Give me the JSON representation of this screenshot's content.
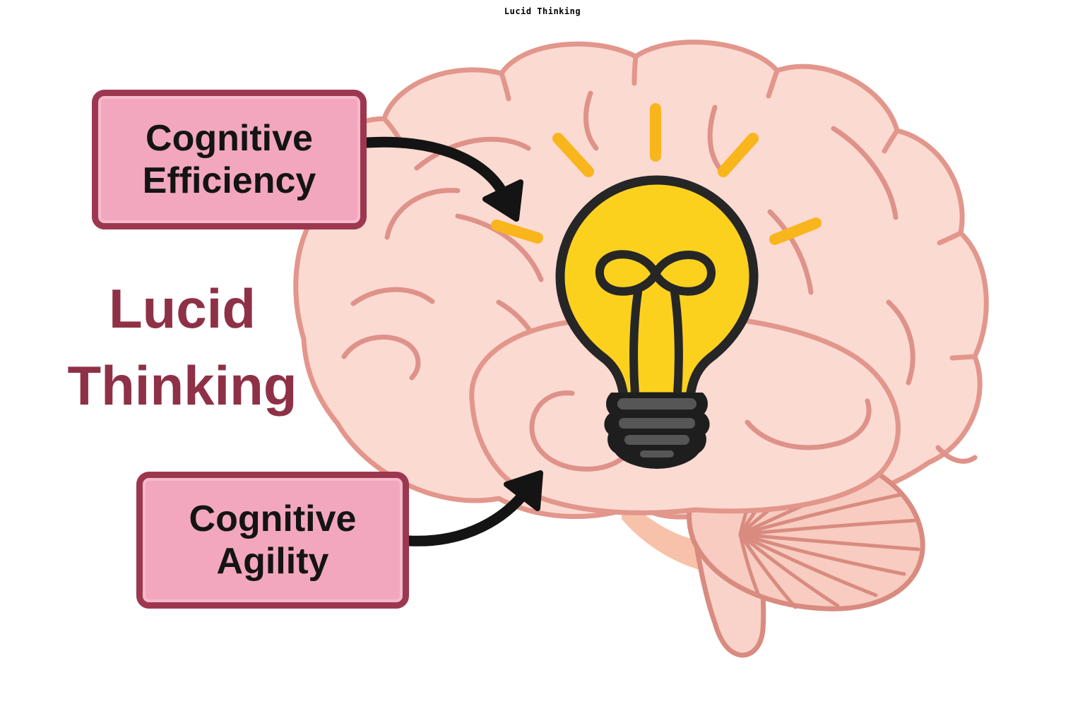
{
  "page_title": "Lucid Thinking",
  "heading": {
    "line1": "Lucid",
    "line2": "Thinking"
  },
  "labels": {
    "efficiency": {
      "line1": "Cognitive",
      "line2": "Efficiency"
    },
    "agility": {
      "line1": "Cognitive",
      "line2": "Agility"
    }
  },
  "colors": {
    "heading_text": "#8E3147",
    "label_fill": "#F2A7BE",
    "label_border": "#9D3750",
    "label_text": "#141414",
    "brain_fill": "#FBDAD1",
    "brain_outline": "#E2968C",
    "brain_fold": "#DE928A",
    "cerebellum_fill": "#F8CCC0",
    "cerebellum_line": "#D98B80",
    "stem_fill": "#F9D3C9",
    "inner_wedge": "#F7C2A9",
    "bulb_yellow": "#FCD11E",
    "bulb_outline": "#262626",
    "bulb_base": "#565656",
    "bulb_base_dark": "#1E1E1E",
    "ray_yellow": "#F9B51C",
    "arrow_black": "#141414",
    "title_text": "#000000",
    "background": "#FFFFFF"
  }
}
